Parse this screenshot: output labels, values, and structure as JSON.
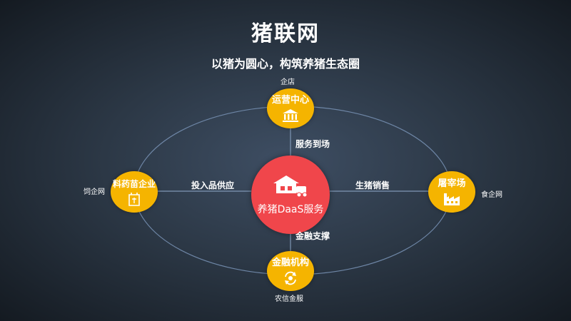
{
  "title": "猪联网",
  "subtitle": "以猪为圆心，构筑养猪生态圈",
  "center": {
    "label": "养猪DaaS服务",
    "icon": "farm-house-truck-icon"
  },
  "nodes": {
    "top": {
      "label": "运营中心",
      "icon": "bank-building-icon",
      "external": "企店",
      "edge": "服务到场"
    },
    "left": {
      "label": "料药苗企业",
      "icon": "feed-bag-icon",
      "external": "饲企网",
      "edge": "投入品供应"
    },
    "right": {
      "label": "屠宰场",
      "icon": "factory-icon",
      "external": "食企网",
      "edge": "生猪销售"
    },
    "bottom": {
      "label": "金融机构",
      "icon": "finance-cycle-icon",
      "external": "农信金服",
      "edge": "金融支撑"
    }
  },
  "colors": {
    "node": "#f5b400",
    "center": "#f0464b",
    "ring": "#6e86a6",
    "line": "#7f97b5"
  }
}
